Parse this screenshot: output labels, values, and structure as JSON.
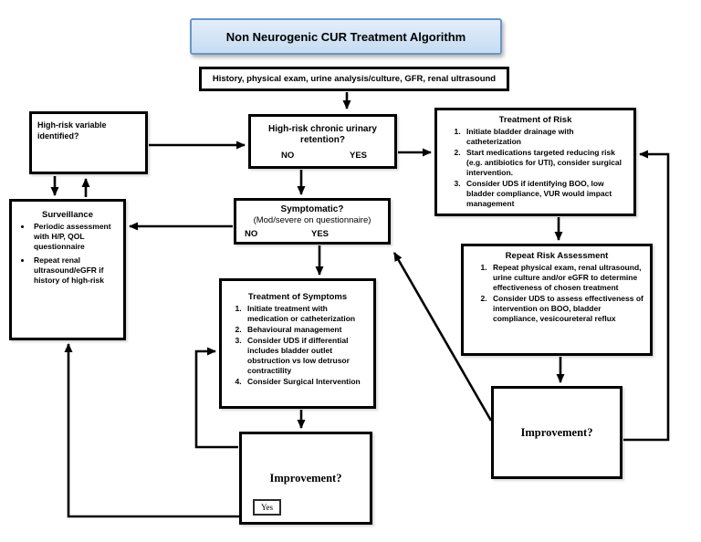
{
  "title": "Non Neurogenic CUR Treatment Algorithm",
  "boxes": {
    "history": {
      "text": "History, physical exam, urine analysis/culture, GFR, renal ultrasound"
    },
    "high_risk_variable": {
      "text": "High-risk variable identified?"
    },
    "retention": {
      "title": "High-risk chronic urinary retention?",
      "no": "NO",
      "yes": "YES"
    },
    "treatment_risk": {
      "title": "Treatment of Risk",
      "items": [
        "Initiate bladder drainage with catheterization",
        "Start medications targeted reducing risk (e.g. antibiotics for UTI), consider surgical intervention.",
        "Consider UDS if identifying BOO, low bladder compliance, VUR would impact management"
      ]
    },
    "symptomatic": {
      "title": "Symptomatic?",
      "subtitle": "(Mod/severe on questionnaire)",
      "no": "NO",
      "yes": "YES"
    },
    "surveillance": {
      "title": "Surveillance",
      "items": [
        "Periodic assessment with H/P, QOL questionnaire",
        "Repeat renal ultrasound/eGFR if history of high-risk"
      ]
    },
    "treatment_symptoms": {
      "title": "Treatment of Symptoms",
      "items": [
        "Initiate treatment with medication or catheterization",
        "Behavioural management",
        "Consider UDS if differential includes bladder outlet obstruction vs low detrusor contractility",
        "Consider Surgical Intervention"
      ]
    },
    "repeat_risk": {
      "title": "Repeat Risk Assessment",
      "items": [
        "Repeat physical exam, renal ultrasound, urine culture and/or eGFR to determine effectiveness of chosen treatment",
        "Consider UDS to assess effectiveness of intervention on BOO, bladder compliance, vesicoureteral reflux"
      ]
    },
    "improvement_mid": {
      "title": "Improvement?",
      "yes_label": "Yes"
    },
    "improvement_right": {
      "title": "Improvement?"
    }
  },
  "colors": {
    "background": "#ffffff",
    "title_fill_top": "#e3eefa",
    "title_fill": "#c6dcf2",
    "title_border": "#6a96c8",
    "box_border": "#000000",
    "line": "#000000"
  }
}
